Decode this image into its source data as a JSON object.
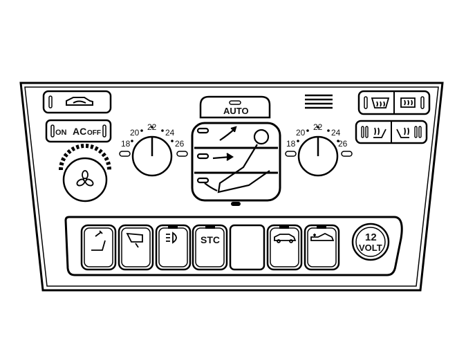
{
  "auto_button": {
    "label": "AUTO"
  },
  "ac_button": {
    "on": "ON",
    "ac": "AC",
    "off": "OFF"
  },
  "left_dial": {
    "marks": [
      "18",
      "20",
      "22",
      "24",
      "26"
    ]
  },
  "right_dial": {
    "marks": [
      "18",
      "20",
      "22",
      "24",
      "26"
    ]
  },
  "stc_button": {
    "label": "STC"
  },
  "volt_socket": {
    "line1": "12",
    "line2": "VOLT"
  },
  "icons": {
    "recirc": "car-recirculation-icon",
    "windshield": "windshield-defrost-icon",
    "rear": "rear-defrost-icon",
    "fan": "fan-icon",
    "airflow": "airflow-distribution-icon",
    "vent": "air-vent-icon",
    "seat_heat": "seat-heater-icon",
    "seat_adj": "seat-adjust-icon",
    "mirror": "mirror-icon",
    "fog": "fog-light-icon",
    "car_lock": "car-lock-icon",
    "trunk": "trunk-release-icon"
  }
}
